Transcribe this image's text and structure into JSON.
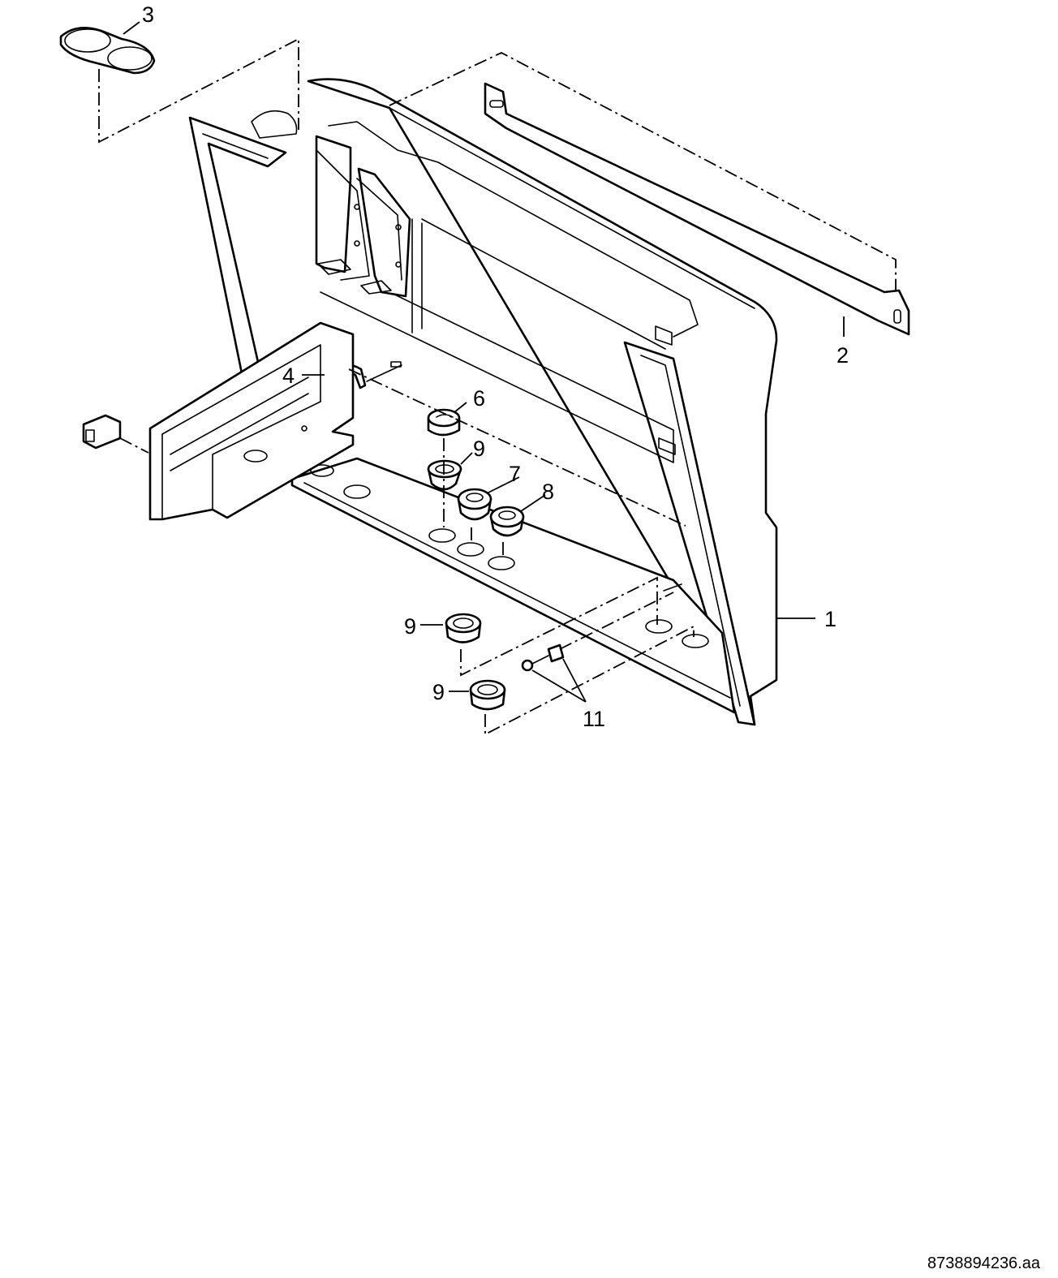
{
  "callouts": {
    "c1": "1",
    "c2": "2",
    "c3": "3",
    "c4": "4",
    "c6": "6",
    "c7": "7",
    "c8": "8",
    "c9a": "9",
    "c9b": "9",
    "c9c": "9",
    "c11": "11"
  },
  "document_number": "8738894236.aa"
}
